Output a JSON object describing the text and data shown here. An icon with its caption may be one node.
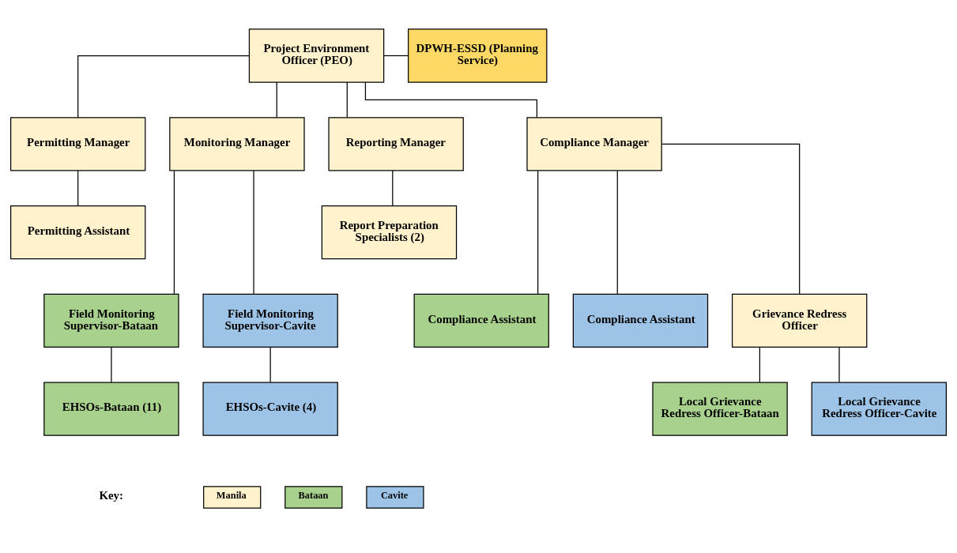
{
  "diagram": {
    "nodes": [
      {
        "text": [
          "Project Environment Officer (PEO)"
        ]
      },
      {
        "text": [
          "DPWH-ESSD (Planning Service)"
        ]
      },
      {
        "text": [
          "Permitting Manager"
        ]
      },
      {
        "text": [
          "Monitoring Manager"
        ]
      },
      {
        "text": [
          "Reporting Manager"
        ]
      },
      {
        "text": [
          "Compliance Manager"
        ]
      },
      {
        "text": [
          "Permitting Assistant"
        ]
      },
      {
        "text": [
          "Report Preparation Specialists (2)"
        ]
      },
      {
        "text": [
          "Field Monitoring Supervisor-Bataan"
        ]
      },
      {
        "text": [
          "Field Monitoring Supervisor-Cavite"
        ]
      },
      {
        "text": [
          "Compliance Assistant"
        ]
      },
      {
        "text": [
          "Compliance Assistant"
        ]
      },
      {
        "text": [
          "Grievance Redress Officer"
        ]
      },
      {
        "text": [
          "EHSOs-Bataan (11)"
        ]
      },
      {
        "text": [
          "EHSOs-Cavite (4)"
        ]
      },
      {
        "text": [
          "Local Grievance Redress Officer-Bataan"
        ]
      },
      {
        "text": [
          "Local Grievance Redress Officer-Cavite"
        ]
      }
    ],
    "edges": [
      {
        "from": 0,
        "to": 1,
        "arrow": "none"
      },
      {
        "from": 0,
        "to": 2,
        "arrow": "none"
      },
      {
        "from": 0,
        "to": 3,
        "arrow": "none"
      },
      {
        "from": 0,
        "to": 4,
        "arrow": "none"
      },
      {
        "from": 0,
        "to": 5,
        "arrow": "none"
      },
      {
        "from": 2,
        "to": 6,
        "arrow": "none"
      },
      {
        "from": 3,
        "to": 8,
        "arrow": "none"
      },
      {
        "from": 3,
        "to": 9,
        "arrow": "none"
      },
      {
        "from": 4,
        "to": 7,
        "arrow": "none"
      },
      {
        "from": 5,
        "to": 10,
        "arrow": "none"
      },
      {
        "from": 5,
        "to": 11,
        "arrow": "none"
      },
      {
        "from": 5,
        "to": 12,
        "arrow": "none"
      },
      {
        "from": 8,
        "to": 13,
        "arrow": "none"
      },
      {
        "from": 9,
        "to": 14,
        "arrow": "none"
      },
      {
        "from": 12,
        "to": 15,
        "arrow": "none"
      },
      {
        "from": 12,
        "to": 16,
        "arrow": "none"
      }
    ],
    "labels": [
      "Key:"
    ],
    "legend": [
      {
        "text": "Manila",
        "color": "#fff2cc"
      },
      {
        "text": "Bataan",
        "color": "#a9d18e"
      },
      {
        "text": "Cavite",
        "color": "#9dc3e6"
      }
    ]
  }
}
